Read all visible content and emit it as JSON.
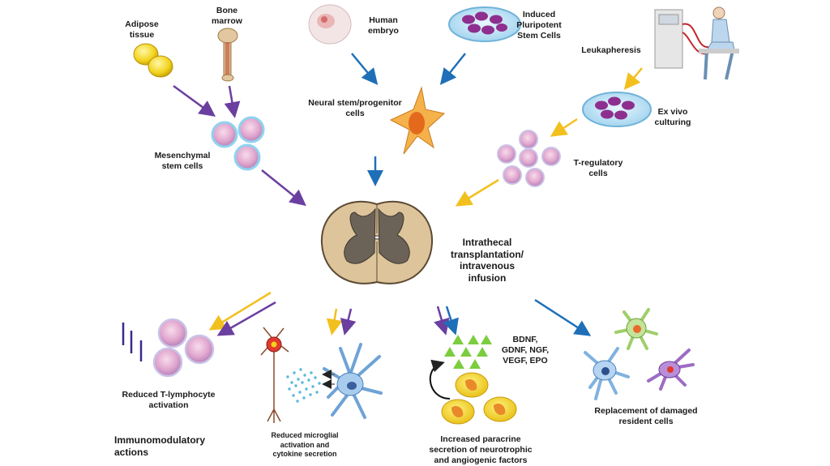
{
  "colors": {
    "purple": "#6b3fa0",
    "blue": "#1f6fb8",
    "yellow": "#f2c01e",
    "cell_pink": "#e9b4d6",
    "cell_rim": "#8fd3ef",
    "ipsc_cell": "#8e2f8f"
  },
  "sources": {
    "adipose": "Adipose\ntissue",
    "bone_marrow": "Bone\nmarrow",
    "human_embryo": "Human\nembryo",
    "ipsc": "Induced\nPluripotent\nStem Cells",
    "leukapheresis": "Leukapheresis",
    "ex_vivo": "Ex vivo\nculturing"
  },
  "cells": {
    "msc": "Mesenchymal\nstem cells",
    "nspc": "Neural stem/progenitor\ncells",
    "treg": "T-regulatory\ncells"
  },
  "center": {
    "route": "Intrathecal\ntransplantation/\nintravenous\ninfusion"
  },
  "outcomes": {
    "t_lymph": "Reduced T-lymphocyte\nactivation",
    "immuno": "Immunomodulatory\nactions",
    "microglia": "Reduced microglial\nactivation and\ncytokine secretion",
    "factors": "BDNF,\nGDNF, NGF,\nVEGF, EPO",
    "paracrine": "Increased paracrine\nsecretion of neurotrophic\nand angiogenic factors",
    "replacement": "Replacement of damaged\nresident cells"
  },
  "icons": [
    "adipose-icon",
    "bone-icon",
    "embryo-icon",
    "petri-dish-icon",
    "patient-apheresis-icon",
    "spinal-cord-icon",
    "neuron-icon",
    "microglia-icon",
    "astrocyte-icon",
    "oligodendrocyte-icon",
    "cycle-arrow-icon"
  ]
}
